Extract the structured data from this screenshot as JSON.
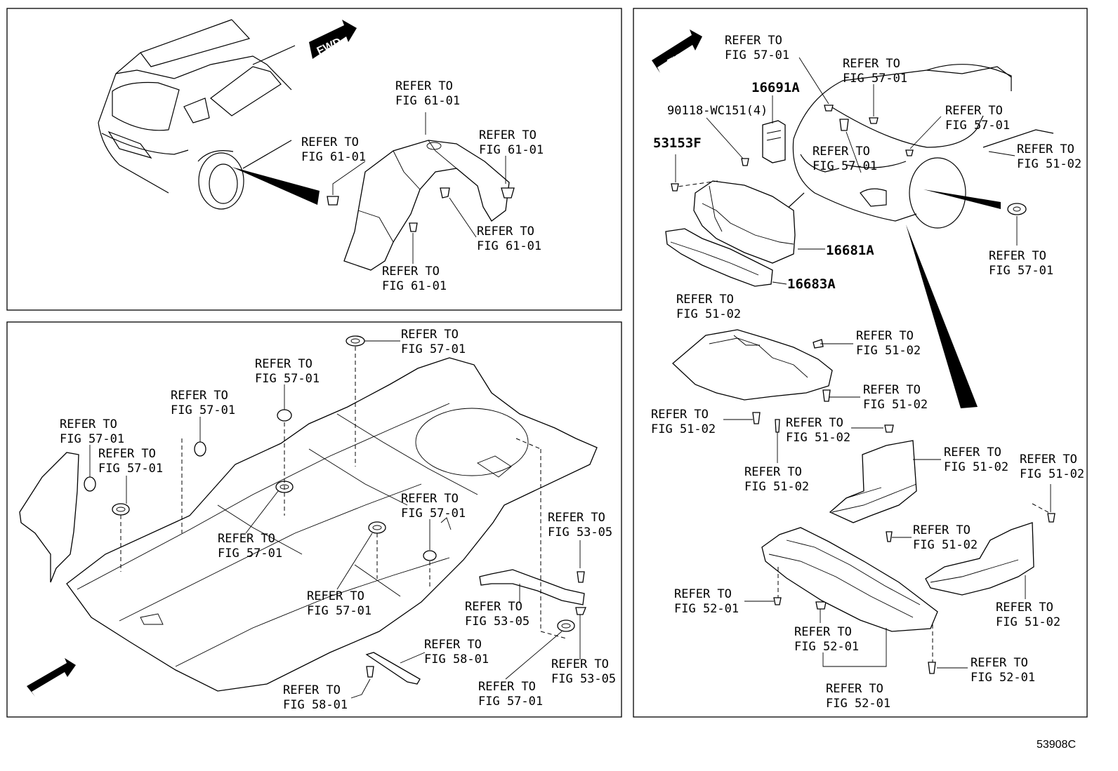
{
  "fwd_label": "FWD",
  "diagram_code": "53908C",
  "labels": {
    "p1_fig61_top": [
      "REFER TO",
      "FIG 61-01"
    ],
    "p1_fig61_left": [
      "REFER TO",
      "FIG 61-01"
    ],
    "p1_fig61_right_top": [
      "REFER TO",
      "FIG 61-01"
    ],
    "p1_fig61_right_mid": [
      "REFER TO",
      "FIG 61-01"
    ],
    "p1_fig61_bottom": [
      "REFER TO",
      "FIG 61-01"
    ],
    "p2_fig57_a": [
      "REFER TO",
      "FIG 57-01"
    ],
    "p2_fig57_b": [
      "REFER TO",
      "FIG 57-01"
    ],
    "p2_fig57_c": [
      "REFER TO",
      "FIG 57-01"
    ],
    "p2_fig57_d": [
      "REFER TO",
      "FIG 57-01"
    ],
    "p2_fig57_e": [
      "REFER TO",
      "FIG 57-01"
    ],
    "p2_fig57_f": [
      "REFER TO",
      "FIG 57-01"
    ],
    "p2_fig57_g": [
      "REFER TO",
      "FIG 57-01"
    ],
    "p2_fig57_h": [
      "REFER TO",
      "FIG 57-01"
    ],
    "p2_fig57_i": [
      "REFER TO",
      "FIG 57-01"
    ],
    "p2_fig53_a": [
      "REFER TO",
      "FIG 53-05"
    ],
    "p2_fig53_b": [
      "REFER TO",
      "FIG 53-05"
    ],
    "p2_fig53_c": [
      "REFER TO",
      "FIG 53-05"
    ],
    "p2_fig58_a": [
      "REFER TO",
      "FIG 58-01"
    ],
    "p2_fig58_b": [
      "REFER TO",
      "FIG 58-01"
    ],
    "p3_fig57_a": [
      "REFER TO",
      "FIG 57-01"
    ],
    "p3_fig57_b": [
      "REFER TO",
      "FIG 57-01"
    ],
    "p3_fig57_c": [
      "REFER TO",
      "FIG 57-01"
    ],
    "p3_fig57_d": [
      "REFER TO",
      "FIG 57-01"
    ],
    "p3_fig57_e": [
      "REFER TO",
      "FIG 57-01"
    ],
    "p3_fig51_a": [
      "REFER TO",
      "FIG 51-02"
    ],
    "p3_fig51_b": [
      "REFER TO",
      "FIG 51-02"
    ],
    "p3_fig51_c": [
      "REFER TO",
      "FIG 51-02"
    ],
    "p3_fig51_d": [
      "REFER TO",
      "FIG 51-02"
    ],
    "p3_fig51_e": [
      "REFER TO",
      "FIG 51-02"
    ],
    "p3_fig51_f": [
      "REFER TO",
      "FIG 51-02"
    ],
    "p3_fig51_g": [
      "REFER TO",
      "FIG 51-02"
    ],
    "p3_fig51_h": [
      "REFER TO",
      "FIG 51-02"
    ],
    "p3_fig51_i": [
      "REFER TO",
      "FIG 51-02"
    ],
    "p3_fig51_j": [
      "REFER TO",
      "FIG 51-02"
    ],
    "p3_fig51_k": [
      "REFER TO",
      "FIG 51-02"
    ],
    "p3_fig52_a": [
      "REFER TO",
      "FIG 52-01"
    ],
    "p3_fig52_b": [
      "REFER TO",
      "FIG 52-01"
    ],
    "p3_fig52_c": [
      "REFER TO",
      "FIG 52-01"
    ],
    "p3_fig52_d": [
      "REFER TO",
      "FIG 52-01"
    ]
  },
  "part_numbers": {
    "p16691A": "16691A",
    "p90118": "90118-WC151(4)",
    "p53153F": "53153F",
    "p16681A": "16681A",
    "p16683A": "16683A"
  }
}
